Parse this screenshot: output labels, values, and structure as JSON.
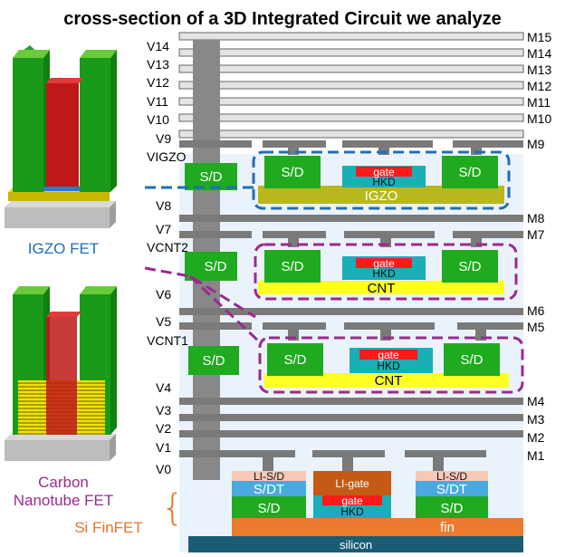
{
  "title": "cross-section of a 3D Integrated Circuit we analyze",
  "metal_labels": [
    "M15",
    "M14",
    "M13",
    "M12",
    "M11",
    "M10",
    "M9",
    "M8",
    "M7",
    "M6",
    "M5",
    "M4",
    "M3",
    "M2",
    "M1"
  ],
  "via_labels": [
    "V14",
    "V13",
    "V12",
    "V11",
    "V10",
    "V9",
    "VIGZO",
    "V8",
    "V7",
    "VCNT2",
    "V6",
    "V5",
    "VCNT1",
    "V4",
    "V3",
    "V2",
    "V1",
    "V0"
  ],
  "igzo_tier": {
    "sd": "S/D",
    "gate": "gate",
    "hkd": "HKD",
    "channel": "IGZO",
    "label": "IGZO FET"
  },
  "cnt2_tier": {
    "sd": "S/D",
    "gate": "gate",
    "hkd": "HKD",
    "channel": "CNT"
  },
  "cnt1_tier": {
    "sd": "S/D",
    "gate": "gate",
    "hkd": "HKD",
    "channel": "CNT"
  },
  "cnt_label": {
    "line1": "Carbon",
    "line2": "Nanotube FET"
  },
  "finfet": {
    "li_sd": "LI-S/D",
    "sdt": "S/DT",
    "sd": "S/D",
    "li_gate": "LI-gate",
    "gate": "gate",
    "hkd": "HKD",
    "fin": "fin",
    "substrate": "silicon",
    "label": "Si FinFET",
    "brace": "{"
  },
  "colors": {
    "igzo_blue": "#1f6fb5",
    "cnt_purple": "#9b2a8f",
    "finfet_orange": "#e8752a",
    "sd_green": "#1faa1f",
    "metal_gray": "#7a7a7a",
    "igzo_olive": "#b8b81e",
    "cnt_yellow": "#ffff22",
    "gate_red": "#ff1a1a",
    "hkd_teal": "#1aaeb6",
    "silicon_navy": "#1a5c74",
    "fin_orange": "#ec7a2f",
    "li_pink": "#f6c9b6",
    "sdt_blue": "#4aa9dd",
    "li_gate_brown": "#c55a16",
    "bg_light": "#eaf3fb"
  }
}
